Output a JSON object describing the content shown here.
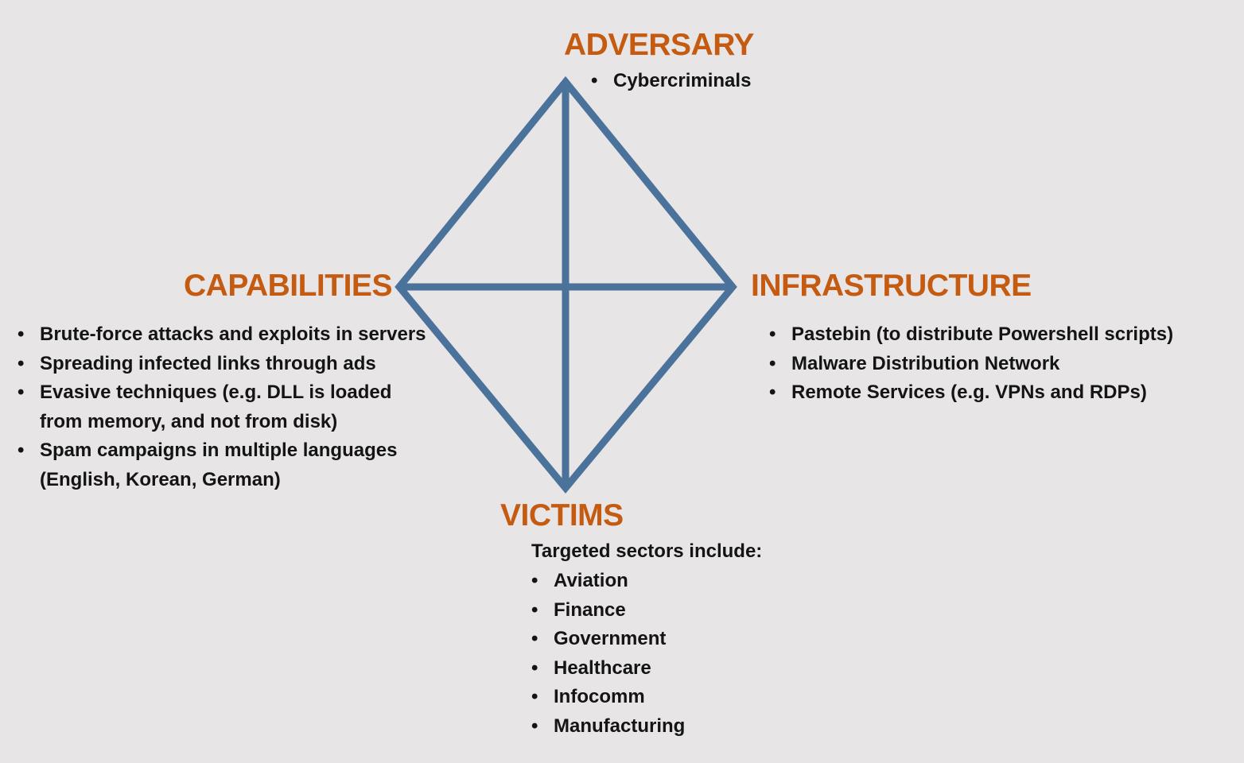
{
  "colors": {
    "background": "#e7e5e6",
    "diamond_stroke": "#4a729b",
    "heading": "#c55a11",
    "text": "#141414"
  },
  "adversary": {
    "title": "ADVERSARY",
    "items": [
      "Cybercriminals"
    ]
  },
  "capabilities": {
    "title": "CAPABILITIES",
    "items": [
      "Brute-force attacks and exploits in servers",
      "Spreading infected links through ads",
      "Evasive techniques (e.g. DLL is loaded from memory, and not from disk)",
      "Spam campaigns in multiple languages (English, Korean, German)"
    ]
  },
  "infrastructure": {
    "title": "INFRASTRUCTURE",
    "items": [
      "Pastebin (to distribute Powershell scripts)",
      "Malware Distribution Network",
      "Remote Services (e.g. VPNs and RDPs)"
    ]
  },
  "victims": {
    "title": "VICTIMS",
    "intro": "Targeted sectors include:",
    "items": [
      "Aviation",
      "Finance",
      "Government",
      "Healthcare",
      "Infocomm",
      "Manufacturing"
    ]
  }
}
